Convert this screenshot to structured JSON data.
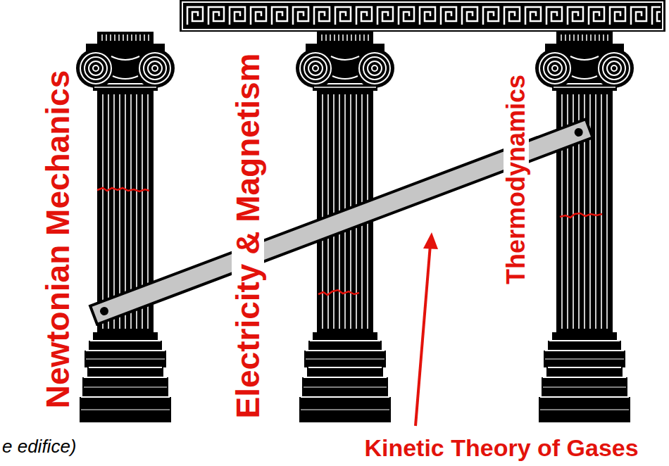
{
  "diagram": {
    "labels": [
      "Newtonian Mechanics",
      "Electricity & Magnetism",
      "Thermodynamics",
      "Kinetic Theory of Gases",
      "e edifice)"
    ]
  }
}
